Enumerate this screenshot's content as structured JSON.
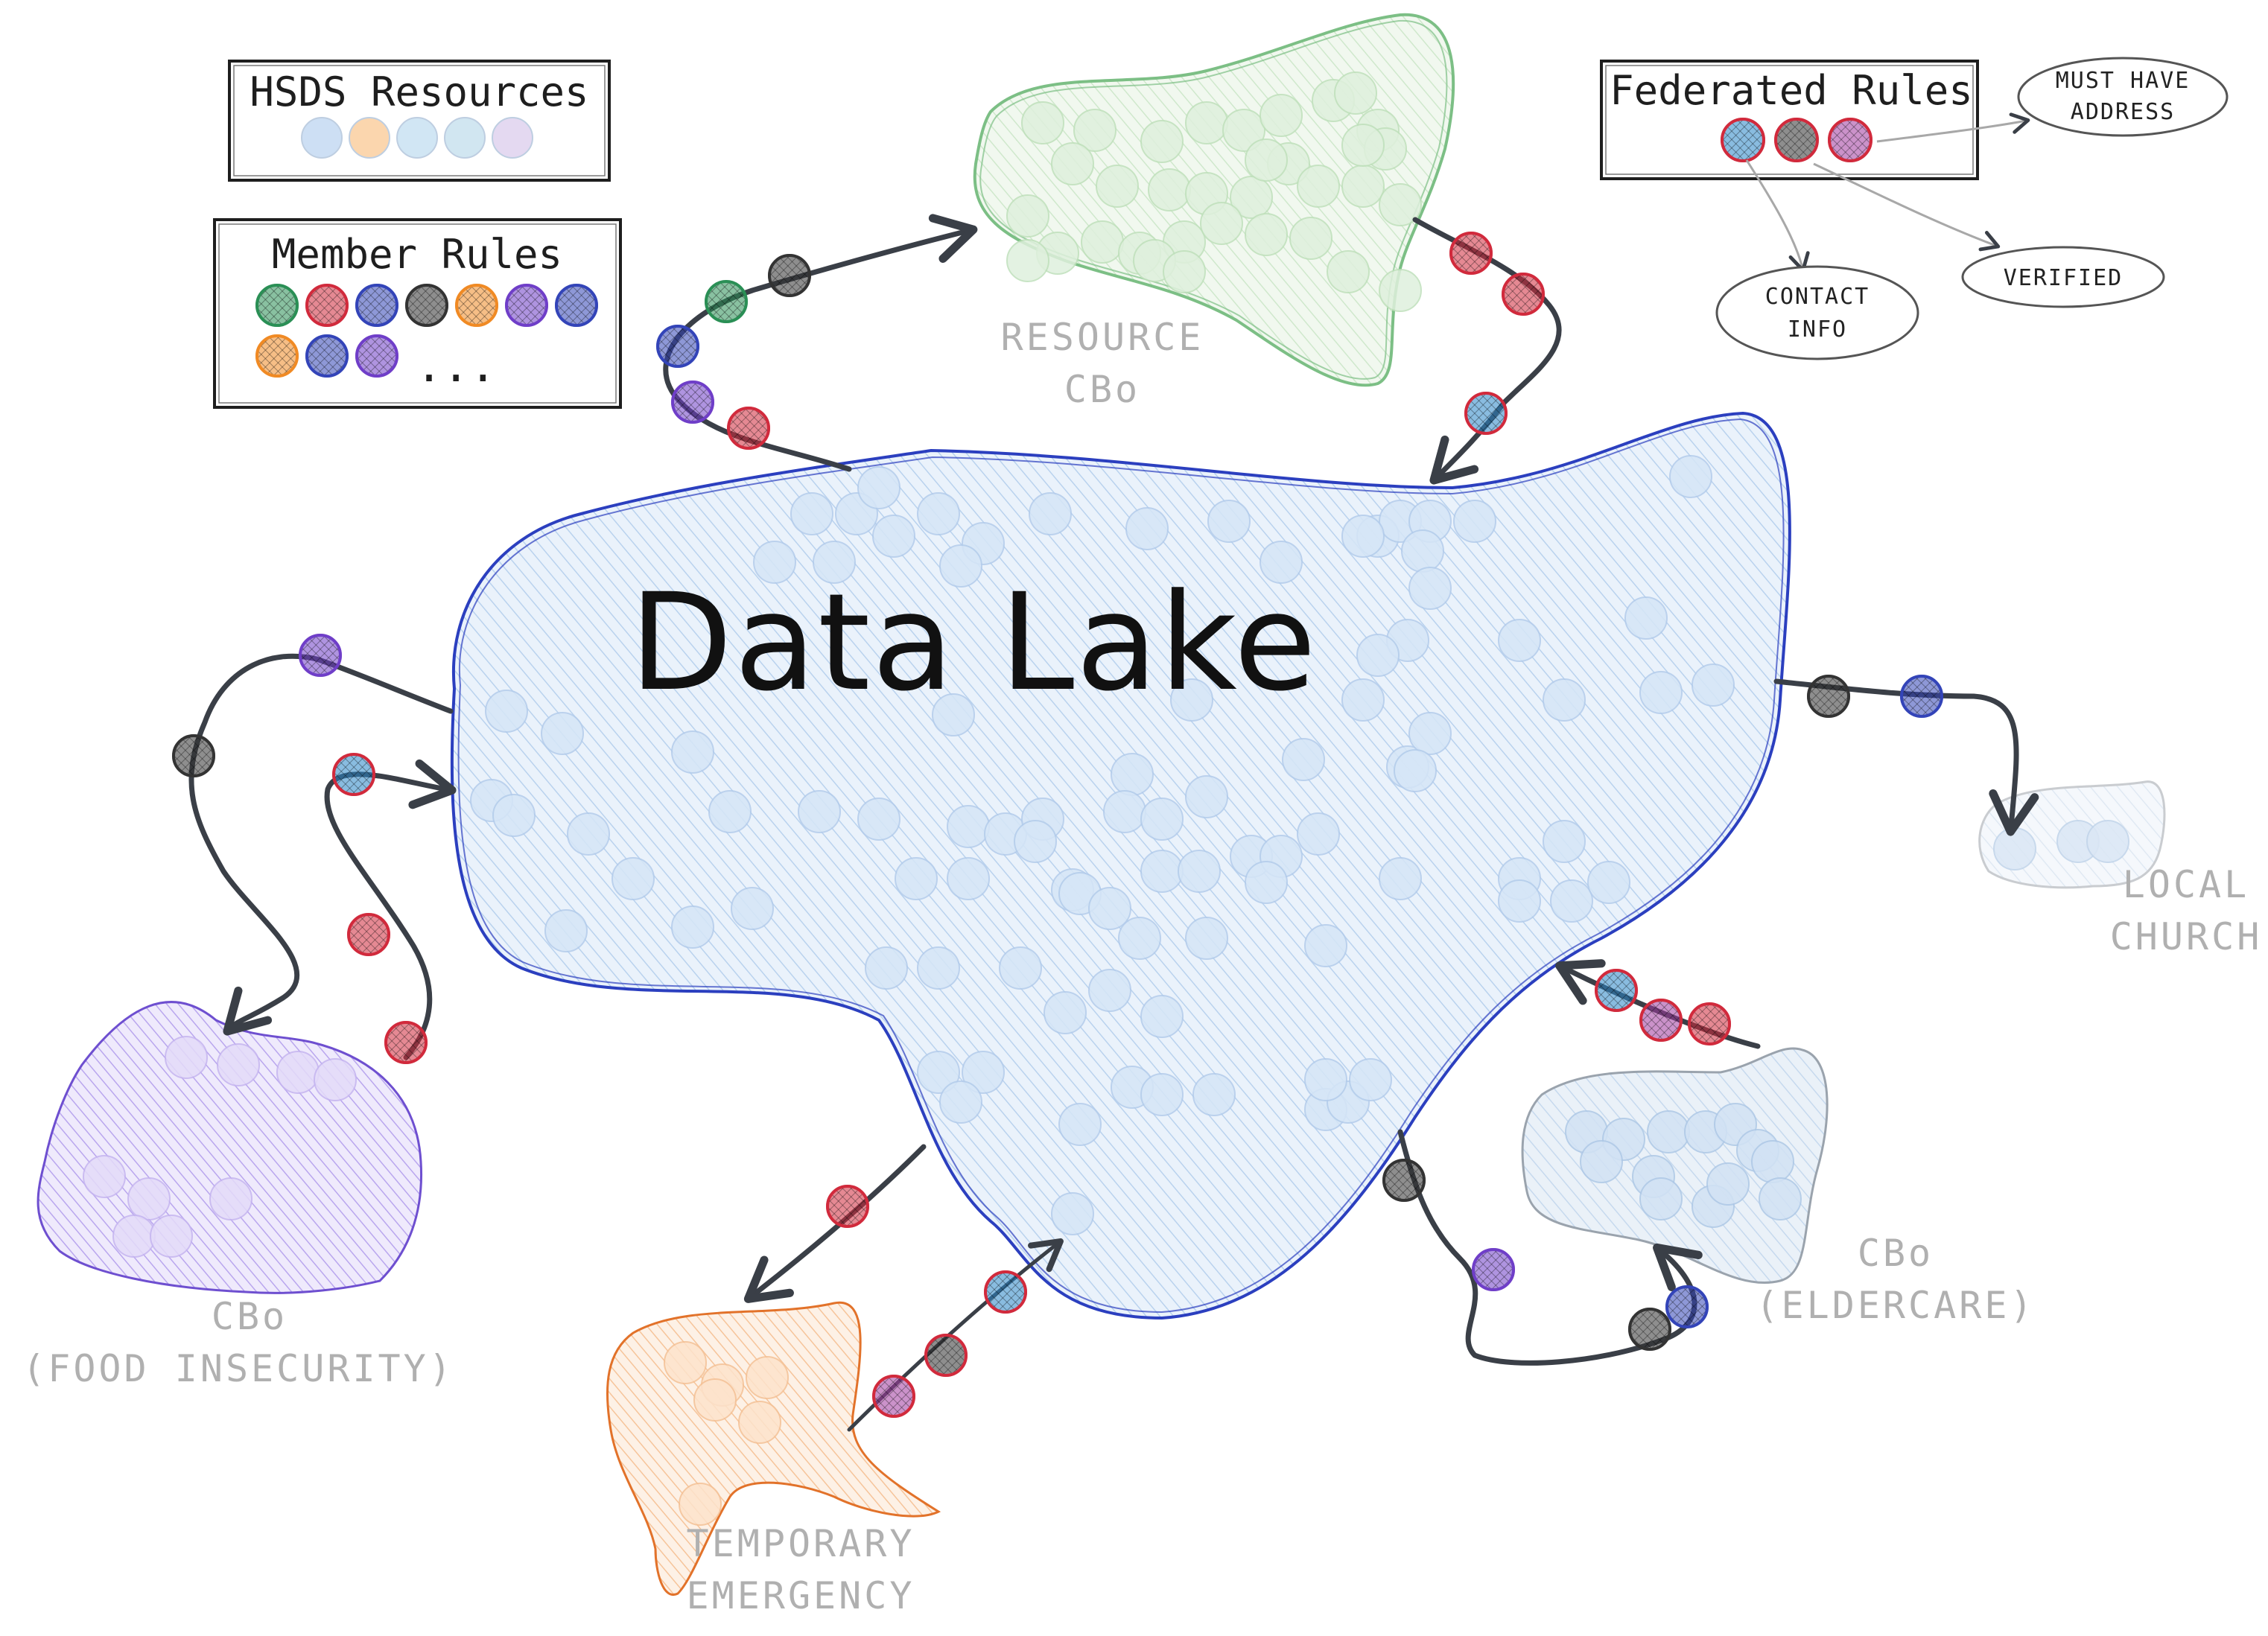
{
  "colors": {
    "ink": "#3a3f47",
    "lake_stroke": "#2b3fbf",
    "lake_fill": "#cfe1f5",
    "resource_stroke": "#7cbf85",
    "resource_fill": "#dcefdc",
    "food_stroke": "#6e4fd0",
    "food_fill": "#d9cff6",
    "temp_stroke": "#e2722a",
    "temp_fill": "#fbdcc4",
    "elder_stroke": "#9aa3ad",
    "elder_fill": "#cfdff0",
    "church_stroke": "#c9ccd0",
    "church_fill": "#e6eef7",
    "rule_red": "#d12a3c",
    "rule_green": "#2a8f55",
    "rule_blue": "#3344b8",
    "rule_black": "#333333",
    "rule_orange": "#f08a24",
    "rule_purple": "#6f3ec8",
    "rule_magenta": "#a23aa0",
    "rule_cyan": "#2a86c8",
    "resource_colors": [
      "#c8dcf3",
      "#fbd2a6",
      "#cde4f3",
      "#cde4f0",
      "#e2d5f0"
    ]
  },
  "legend": {
    "hsds_title": "HSDS Resources",
    "member_title": "Member Rules",
    "member_rules_row1": [
      "green",
      "red",
      "blue",
      "black",
      "orange",
      "purple",
      "blue"
    ],
    "member_rules_row2": [
      "orange",
      "blue",
      "purple"
    ],
    "member_more": "...",
    "federated_title": "Federated Rules",
    "federated_rules": [
      "red-cyan",
      "red-black",
      "red-magenta"
    ]
  },
  "federated_requirements": {
    "must_have_address": [
      "MUST HAVE",
      "ADDRESS"
    ],
    "contact_info": [
      "CONTACT",
      "INFO"
    ],
    "verified": "VERIFIED"
  },
  "central": {
    "title": "Data Lake"
  },
  "regions": {
    "resource_cbo": [
      "RESOURCE",
      "CBo"
    ],
    "food_insecurity": [
      "CBo",
      "(FOOD INSECURITY)"
    ],
    "temporary_emergency": [
      "TEMPORARY",
      "EMERGENCY"
    ],
    "eldercare": [
      "CBo",
      "(ELDERCARE)"
    ],
    "local_church": [
      "LOCAL",
      "CHURCH"
    ]
  }
}
